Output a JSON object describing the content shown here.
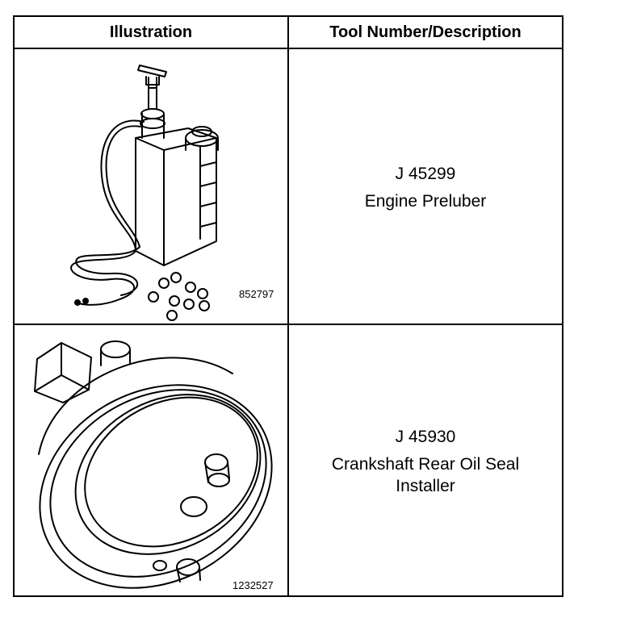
{
  "header": {
    "illustration_label": "Illustration",
    "description_label": "Tool Number/Description"
  },
  "rows": [
    {
      "figure_code": "852797",
      "tool_number": "J 45299",
      "description_lines": [
        "Engine Preluber"
      ]
    },
    {
      "figure_code": "1232527",
      "tool_number": "J 45930",
      "description_lines": [
        "Crankshaft Rear Oil Seal",
        "Installer"
      ]
    }
  ]
}
